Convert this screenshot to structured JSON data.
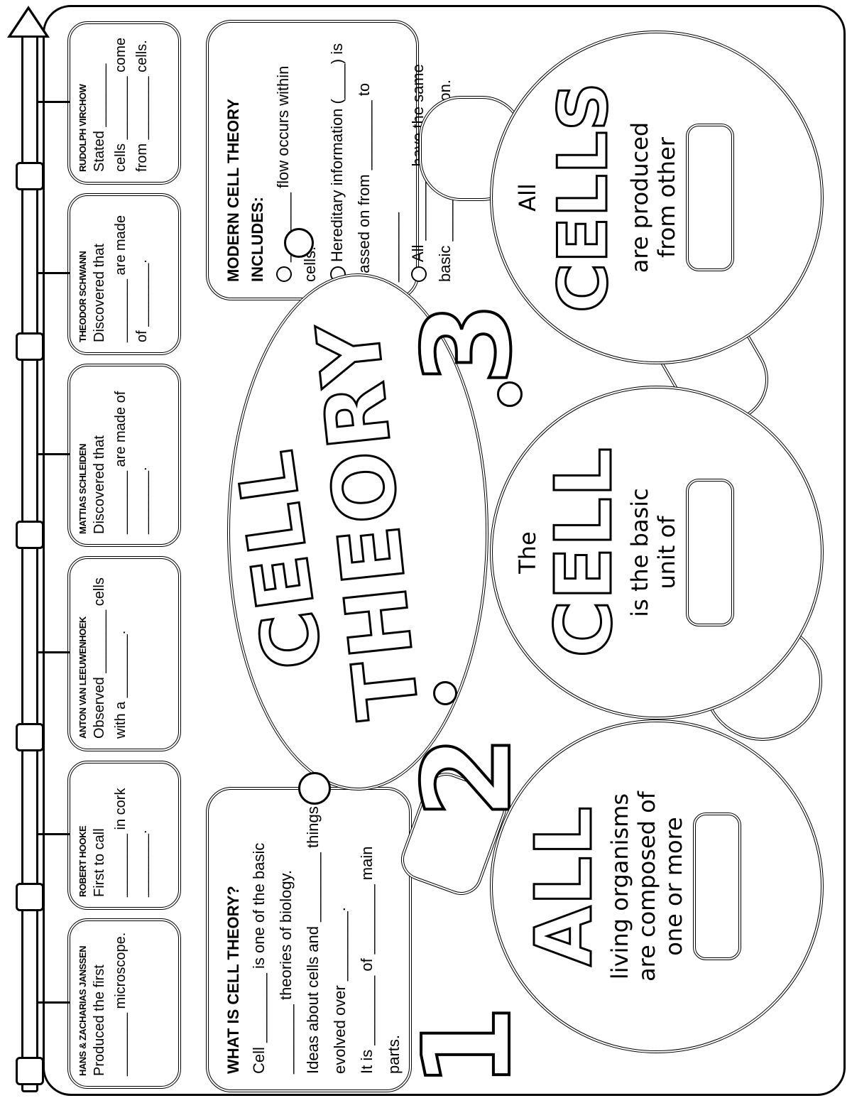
{
  "timeline": [
    {
      "name": "HANS & ZACHARIAS JANSSEN",
      "text": "Produced the first ________ microscope."
    },
    {
      "name": "ROBERT HOOKE",
      "text": "First to call ________ in cork ________."
    },
    {
      "name": "ANTON VAN LEEUWENHOEK",
      "text": "Observed ________ cells with a ________."
    },
    {
      "name": "MATTIAS SCHLEIDEN",
      "text": "Discovered that ________ are made of ________."
    },
    {
      "name": "THEODOR SCHWANN",
      "text": "Discovered that ________ are made of ________."
    },
    {
      "name": "RUDOLPH VIRCHOW",
      "text": "Stated ________ cells ________ come from ________ cells."
    }
  ],
  "what_is": {
    "heading": "WHAT IS CELL THEORY?",
    "lines": [
      "Cell ________ is one of the basic ________ theories of biology.",
      "Ideas about cells and ________ things evolved over ________.",
      "It is ________ of ________ main parts."
    ]
  },
  "modern": {
    "heading": "MODERN CELL THEORY INCLUDES:",
    "items": [
      "________ flow occurs within cells.",
      "Hereditary information (____) is passed on from ________ to ________",
      "All ________ have the same basic ________ composition."
    ]
  },
  "title": {
    "line1": "CELL",
    "line2": "THEORY"
  },
  "principles": [
    {
      "number": "1",
      "big": "ALL",
      "text": "living organisms are composed of one or more"
    },
    {
      "number": "2",
      "pre": "The",
      "big": "CELL",
      "text": "is the basic unit of"
    },
    {
      "number": "3",
      "pre": "All",
      "big": "CELLS",
      "text": "are produced from other"
    }
  ]
}
